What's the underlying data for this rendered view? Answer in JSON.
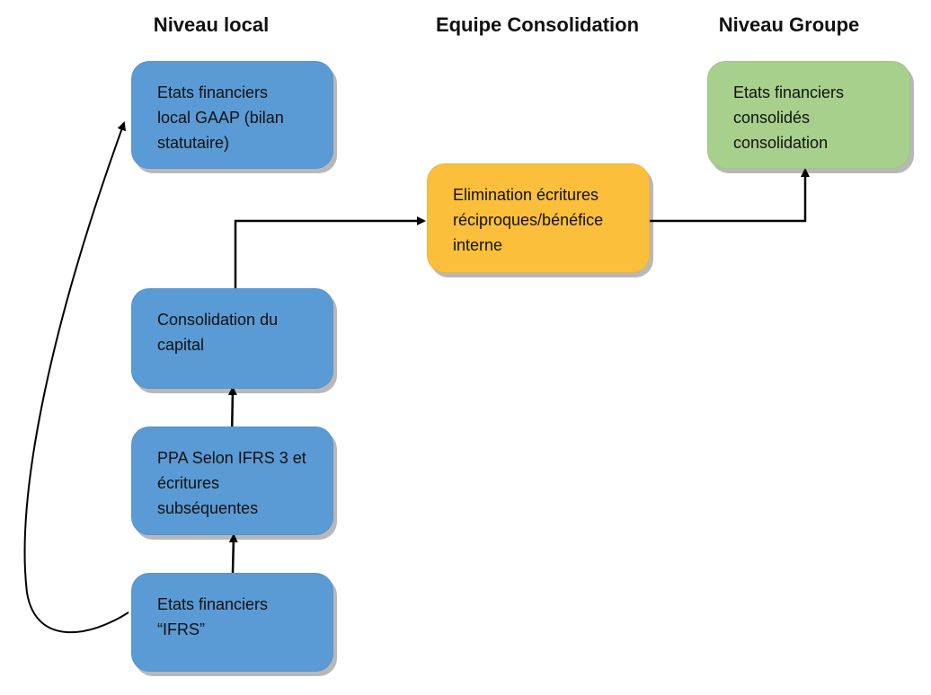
{
  "headings": {
    "local": "Niveau local",
    "consolidation": "Equipe Consolidation",
    "group": "Niveau Groupe"
  },
  "boxes": {
    "local_gaap": [
      "Etats financiers",
      "local GAAP (bilan",
      "statutaire)"
    ],
    "capital": [
      "Consolidation du",
      "capital"
    ],
    "ppa": [
      "PPA Selon IFRS 3 et",
      "écritures",
      "subséquentes"
    ],
    "ifrs": [
      "Etats financiers",
      "“IFRS”"
    ],
    "elimination": [
      "Elimination écritures",
      "réciproques/bénéfice",
      "interne"
    ],
    "consolidated": [
      "Etats financiers",
      "consolidés",
      "consolidation"
    ]
  },
  "colors": {
    "local_box": "#5b9bd5",
    "consolidation_box": "#fbbf3b",
    "group_box": "#a8d08d",
    "arrow": "#000000"
  }
}
